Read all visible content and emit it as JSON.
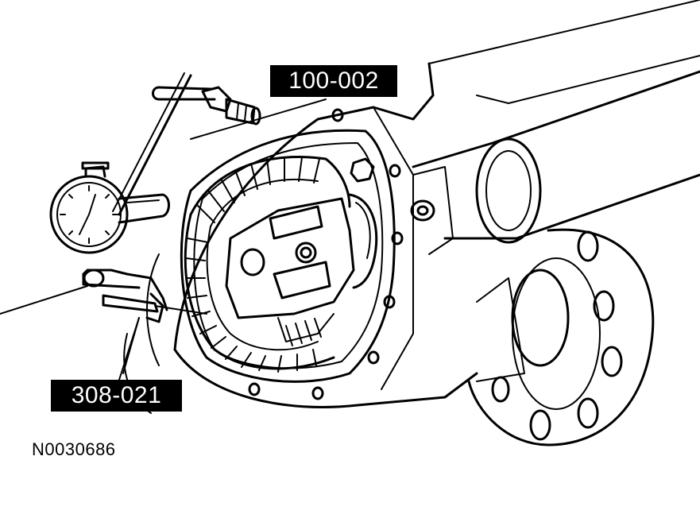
{
  "callouts": {
    "tool_top": "100-002",
    "tool_bottom": "308-021"
  },
  "figure_id": "N0030686",
  "colors": {
    "ink": "#000000",
    "paper": "#ffffff",
    "label_bg": "#000000",
    "label_fg": "#ffffff"
  }
}
